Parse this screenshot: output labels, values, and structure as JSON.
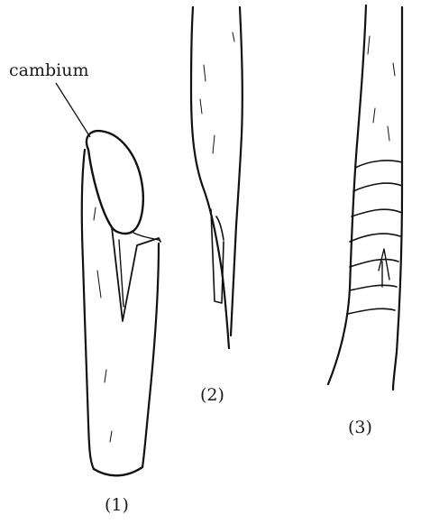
{
  "figure": {
    "annotation": "cambium",
    "panels": [
      {
        "id": "1",
        "label": "(1)"
      },
      {
        "id": "2",
        "label": "(2)"
      },
      {
        "id": "3",
        "label": "(3)"
      }
    ],
    "ink_color": "#111111",
    "background": "#ffffff"
  }
}
